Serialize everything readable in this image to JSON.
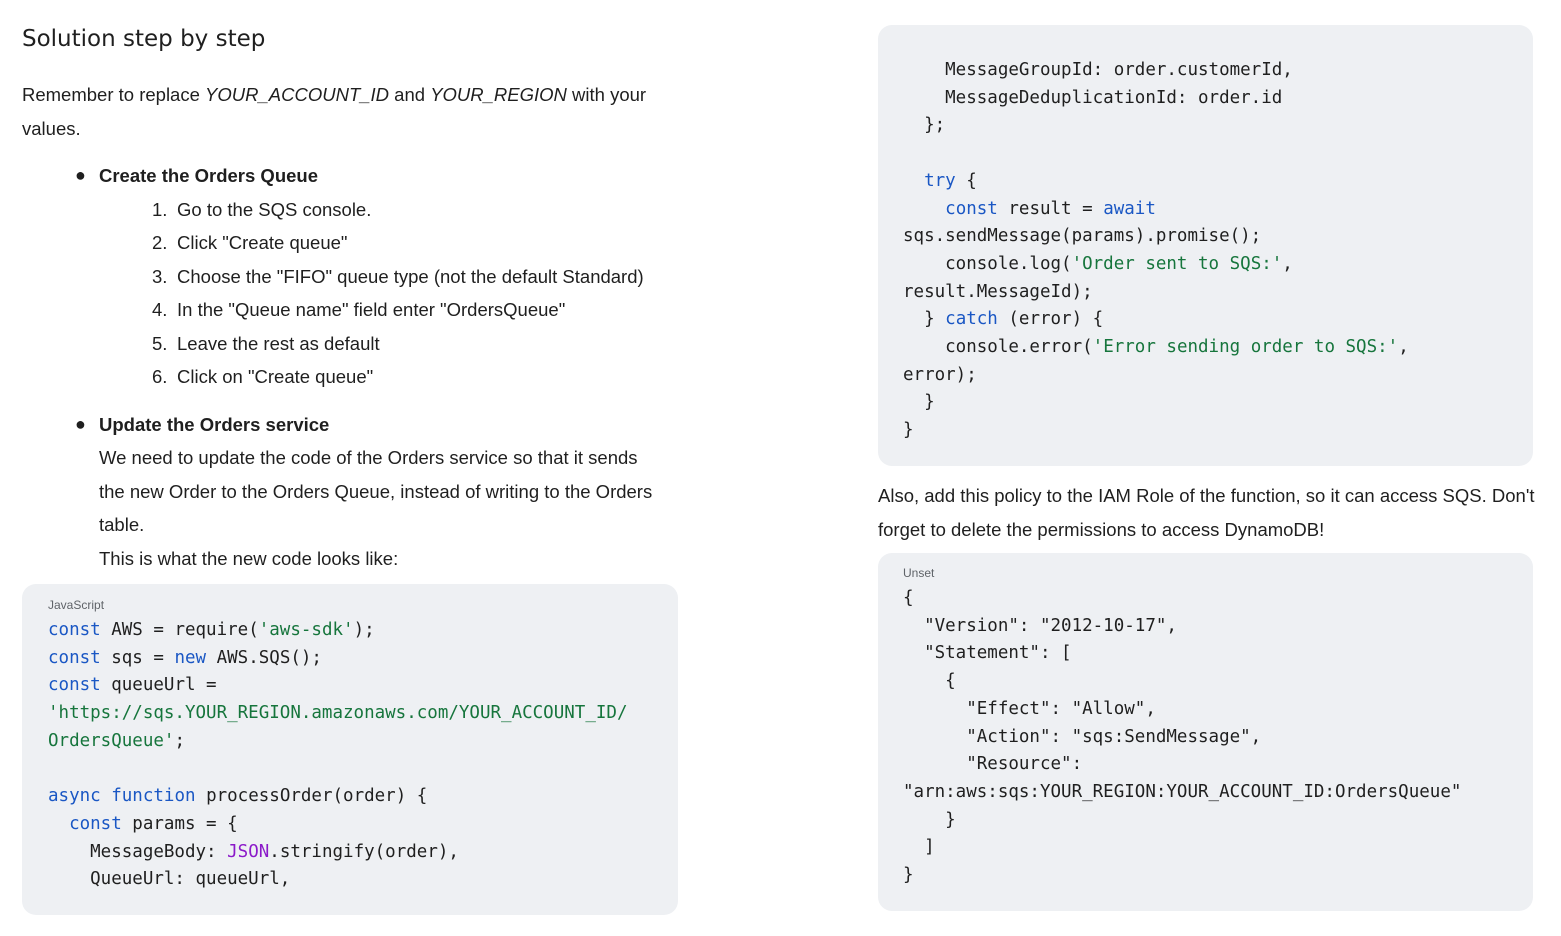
{
  "title": "Solution step by step",
  "intro": {
    "prefix": "Remember to replace ",
    "account_id": "YOUR_ACCOUNT_ID",
    "and": " and ",
    "region": "YOUR_REGION",
    "suffix": " with your values."
  },
  "section1": {
    "title": "Create the Orders Queue",
    "steps": [
      "Go to the SQS console.",
      "Click \"Create queue\"",
      "Choose the \"FIFO\" queue type (not the default Standard)",
      "In the \"Queue name\" field enter \"OrdersQueue\"",
      "Leave the rest as default",
      "Click on \"Create queue\""
    ]
  },
  "section2": {
    "title": "Update the Orders service",
    "body": "We need to update the code of the Orders service so that it sends the new Order to the Orders Queue, instead of writing to the Orders table.",
    "lead": "This is what the new code looks like:"
  },
  "code_js": {
    "label": "JavaScript",
    "tokens": {
      "const": "const",
      "new": "new",
      "async": "async",
      "function": "function",
      "try": "try",
      "await": "await",
      "catch": "catch",
      "json": "JSON"
    },
    "lines": {
      "l1a": " AWS = require(",
      "l1s": "'aws-sdk'",
      "l1b": ");",
      "l2a": " sqs = ",
      "l2b": " AWS.SQS();",
      "l3a": " queueUrl =",
      "l4s": "'https://sqs.YOUR_REGION.amazonaws.com/YOUR_ACCOUNT_ID/",
      "l5s": "OrdersQueue'",
      "l5b": ";",
      "l7a": " processOrder(order) {",
      "l8i": "  ",
      "l8a": " params = {",
      "l9a": "    MessageBody: ",
      "l9b": ".stringify(order),",
      "l10": "    QueueUrl: queueUrl,",
      "l11": "    MessageGroupId: order.customerId,",
      "l12": "    MessageDeduplicationId: order.id",
      "l13": "  };",
      "l15i": "  ",
      "l15a": " {",
      "l16i": "    ",
      "l16a": " result = ",
      "l17": "sqs.sendMessage(params).promise();",
      "l18a": "    console.log(",
      "l18s": "'Order sent to SQS:'",
      "l18b": ",",
      "l19": "result.MessageId);",
      "l20a": "  } ",
      "l20b": " (error) {",
      "l21a": "    console.error(",
      "l21s": "'Error sending order to SQS:'",
      "l21b": ",",
      "l22": "error);",
      "l23": "  }",
      "l24": "}"
    }
  },
  "policy_text": "Also, add this policy to the IAM Role of the function, so it can access SQS. Don't forget to delete the permissions to access DynamoDB!",
  "code_json": {
    "label": "Unset",
    "lines": [
      "{",
      "  \"Version\": \"2012-10-17\",",
      "  \"Statement\": [",
      "    {",
      "      \"Effect\": \"Allow\",",
      "      \"Action\": \"sqs:SendMessage\",",
      "      \"Resource\":",
      "\"arn:aws:sqs:YOUR_REGION:YOUR_ACCOUNT_ID:OrdersQueue\"",
      "    }",
      "  ]",
      "}"
    ]
  },
  "colors": {
    "keyword": "#1a57c4",
    "string": "#16753c",
    "builtin": "#8b19c9",
    "code_bg": "#eef0f3"
  }
}
